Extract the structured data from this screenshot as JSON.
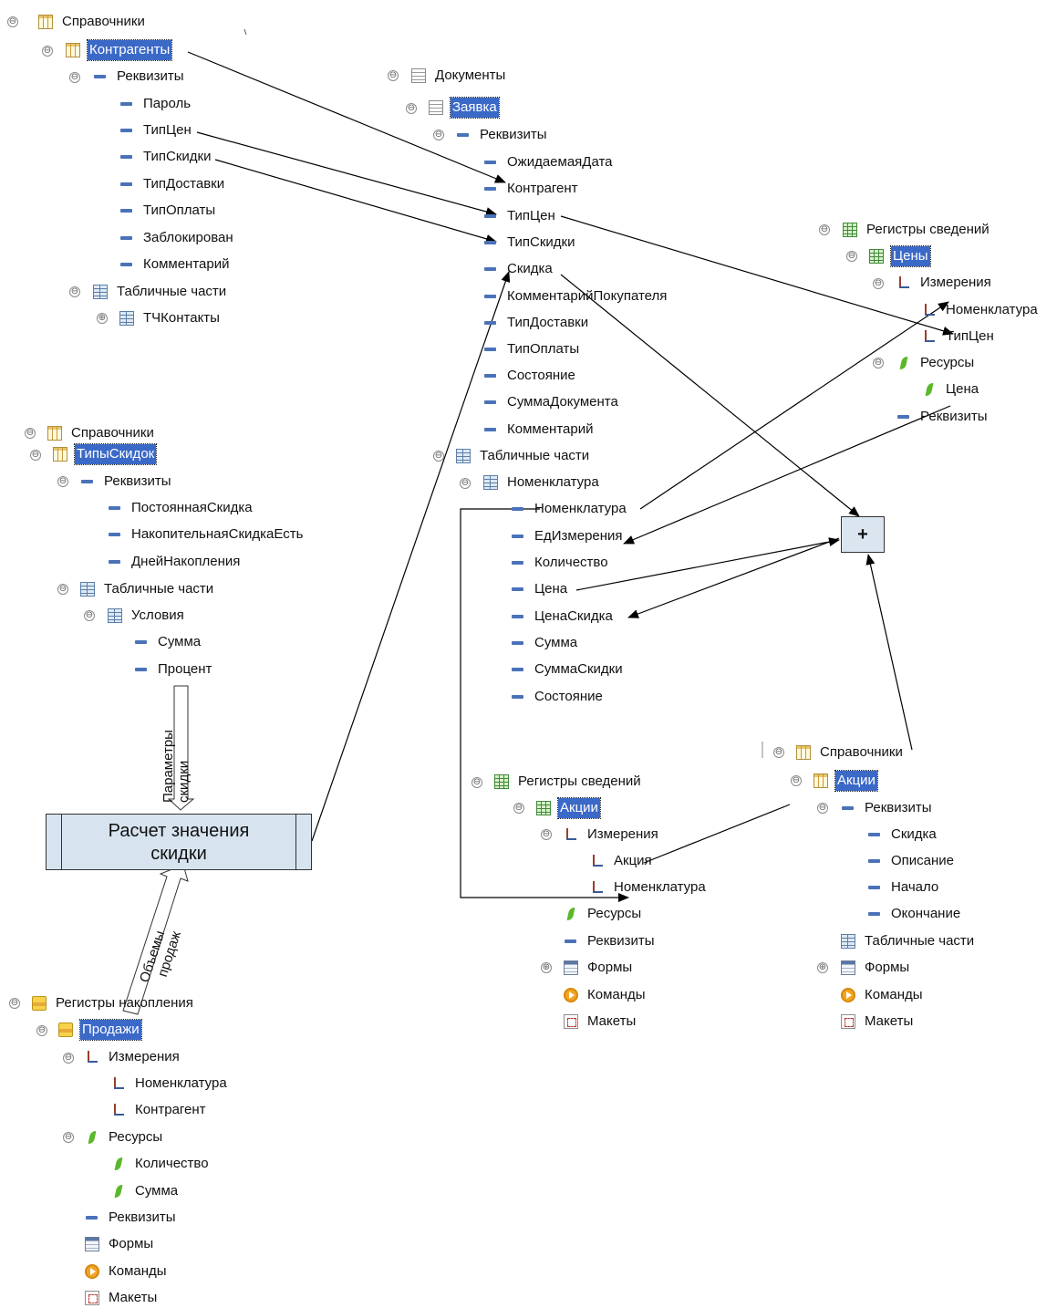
{
  "toggle": {
    "collapse": "⊖",
    "expand": "⊕"
  },
  "trees": {
    "kontragenty": {
      "root": "Справочники",
      "selected": "Контрагенты",
      "rekvizity_group": "Реквизиты",
      "rekvizity": [
        "Пароль",
        "ТипЦен",
        "ТипСкидки",
        "ТипДоставки",
        "ТипОплаты",
        "Заблокирован",
        "Комментарий"
      ],
      "tab_parts_group": "Табличные части",
      "tab_parts": [
        "ТЧКонтакты"
      ]
    },
    "zayavka": {
      "root": "Документы",
      "selected": "Заявка",
      "rekvizity_group": "Реквизиты",
      "rekvizity": [
        "ОжидаемаяДата",
        "Контрагент",
        "ТипЦен",
        "ТипСкидки",
        "Скидка",
        "КомментарийПокупателя",
        "ТипДоставки",
        "ТипОплаты",
        "Состояние",
        "СуммаДокумента",
        "Комментарий"
      ],
      "tab_parts_group": "Табличные части",
      "tab_part": "Номенклатура",
      "tab_part_fields": [
        "Номенклатура",
        "ЕдИзмерения",
        "Количество",
        "Цена",
        "ЦенаСкидка",
        "Сумма",
        "СуммаСкидки",
        "Состояние"
      ]
    },
    "ceny": {
      "root": "Регистры сведений",
      "selected": "Цены",
      "dim_group": "Измерения",
      "dims": [
        "Номенклатура",
        "ТипЦен"
      ],
      "res_group": "Ресурсы",
      "res": [
        "Цена"
      ],
      "rekvizity_group": "Реквизиты"
    },
    "tipy_skidok": {
      "root": "Справочники",
      "selected": "ТипыСкидок",
      "rekvizity_group": "Реквизиты",
      "rekvizity": [
        "ПостояннаяСкидка",
        "НакопительнаяСкидкаЕсть",
        "ДнейНакопления"
      ],
      "tab_parts_group": "Табличные части",
      "tab_part": "Условия",
      "tab_part_fields": [
        "Сумма",
        "Процент"
      ]
    },
    "akcii_reg": {
      "root": "Регистры сведений",
      "selected": "Акции",
      "dim_group": "Измерения",
      "dims": [
        "Акция",
        "Номенклатура"
      ],
      "res_group": "Ресурсы",
      "rekvizity_group": "Реквизиты",
      "forms": "Формы",
      "commands": "Команды",
      "makety": "Макеты"
    },
    "akcii_cat": {
      "root": "Справочники",
      "selected": "Акции",
      "rekvizity_group": "Реквизиты",
      "rekvizity": [
        "Скидка",
        "Описание",
        "Начало",
        "Окончание"
      ],
      "tab_parts_group": "Табличные части",
      "forms": "Формы",
      "commands": "Команды",
      "makety": "Макеты"
    },
    "prodazhi": {
      "root": "Регистры накопления",
      "selected": "Продажи",
      "dim_group": "Измерения",
      "dims": [
        "Номенклатура",
        "Контрагент"
      ],
      "res_group": "Ресурсы",
      "res": [
        "Количество",
        "Сумма"
      ],
      "rekvizity_group": "Реквизиты",
      "forms": "Формы",
      "commands": "Команды",
      "makety": "Макеты"
    }
  },
  "calc_box": {
    "line1": "Расчет значения",
    "line2": "скидки"
  },
  "plus_box": "+",
  "arrow_params": {
    "line1": "Параметры",
    "line2": "скидки"
  },
  "arrow_volumes": {
    "line1": "Объемы",
    "line2": "продаж"
  }
}
